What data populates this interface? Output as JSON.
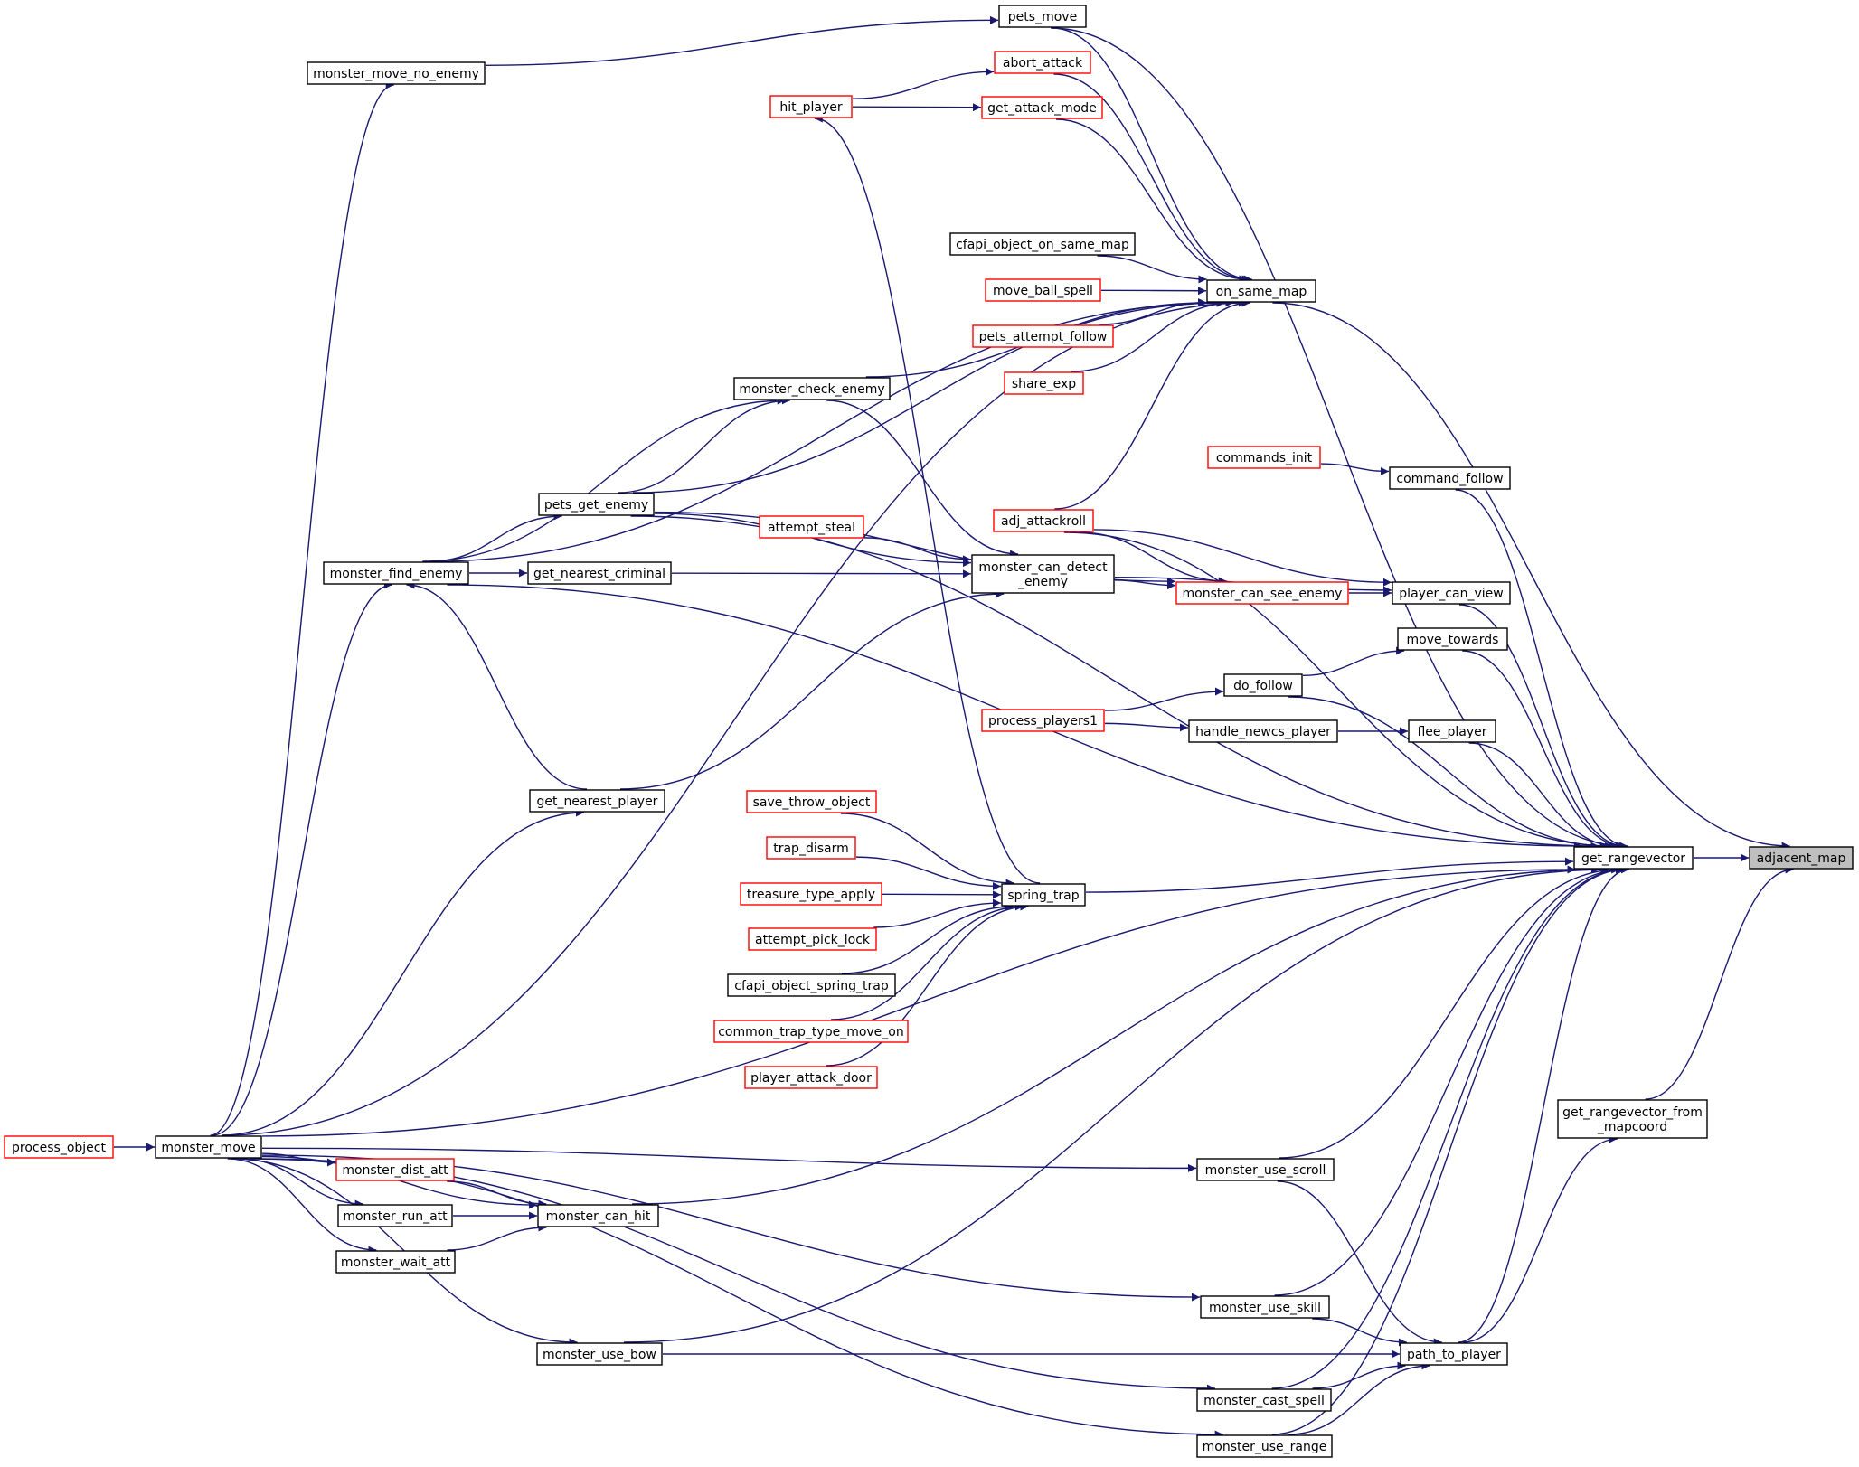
{
  "diagram": {
    "colors": {
      "edge": "#191970",
      "node_border": "#000000",
      "node_border_truncated": "#ff0000",
      "focus_fill": "#bfbfbf"
    },
    "nodes": [
      {
        "id": "pets_move",
        "label": [
          "pets_move"
        ],
        "style": "black"
      },
      {
        "id": "monster_move_no_enemy",
        "label": [
          "monster_move_no_enemy"
        ],
        "style": "black"
      },
      {
        "id": "abort_attack",
        "label": [
          "abort_attack"
        ],
        "style": "red"
      },
      {
        "id": "hit_player",
        "label": [
          "hit_player"
        ],
        "style": "red"
      },
      {
        "id": "get_attack_mode",
        "label": [
          "get_attack_mode"
        ],
        "style": "red"
      },
      {
        "id": "cfapi_object_on_same_map",
        "label": [
          "cfapi_object_on_same_map"
        ],
        "style": "black"
      },
      {
        "id": "on_same_map",
        "label": [
          "on_same_map"
        ],
        "style": "black"
      },
      {
        "id": "move_ball_spell",
        "label": [
          "move_ball_spell"
        ],
        "style": "red"
      },
      {
        "id": "pets_attempt_follow",
        "label": [
          "pets_attempt_follow"
        ],
        "style": "red"
      },
      {
        "id": "share_exp",
        "label": [
          "share_exp"
        ],
        "style": "red"
      },
      {
        "id": "monster_check_enemy",
        "label": [
          "monster_check_enemy"
        ],
        "style": "black"
      },
      {
        "id": "commands_init",
        "label": [
          "commands_init"
        ],
        "style": "red"
      },
      {
        "id": "command_follow",
        "label": [
          "command_follow"
        ],
        "style": "black"
      },
      {
        "id": "pets_get_enemy",
        "label": [
          "pets_get_enemy"
        ],
        "style": "black"
      },
      {
        "id": "adj_attackroll",
        "label": [
          "adj_attackroll"
        ],
        "style": "red"
      },
      {
        "id": "attempt_steal",
        "label": [
          "attempt_steal"
        ],
        "style": "red"
      },
      {
        "id": "monster_can_detect_enemy",
        "label": [
          "monster_can_detect",
          "_enemy"
        ],
        "style": "black"
      },
      {
        "id": "monster_find_enemy",
        "label": [
          "monster_find_enemy"
        ],
        "style": "black"
      },
      {
        "id": "get_nearest_criminal",
        "label": [
          "get_nearest_criminal"
        ],
        "style": "black"
      },
      {
        "id": "monster_can_see_enemy",
        "label": [
          "monster_can_see_enemy"
        ],
        "style": "red"
      },
      {
        "id": "player_can_view",
        "label": [
          "player_can_view"
        ],
        "style": "black"
      },
      {
        "id": "move_towards",
        "label": [
          "move_towards"
        ],
        "style": "black"
      },
      {
        "id": "do_follow",
        "label": [
          "do_follow"
        ],
        "style": "black"
      },
      {
        "id": "process_players1",
        "label": [
          "process_players1"
        ],
        "style": "red"
      },
      {
        "id": "handle_newcs_player",
        "label": [
          "handle_newcs_player"
        ],
        "style": "black"
      },
      {
        "id": "flee_player",
        "label": [
          "flee_player"
        ],
        "style": "black"
      },
      {
        "id": "get_nearest_player",
        "label": [
          "get_nearest_player"
        ],
        "style": "black"
      },
      {
        "id": "save_throw_object",
        "label": [
          "save_throw_object"
        ],
        "style": "red"
      },
      {
        "id": "get_rangevector",
        "label": [
          "get_rangevector"
        ],
        "style": "black"
      },
      {
        "id": "adjacent_map",
        "label": [
          "adjacent_map"
        ],
        "style": "focus"
      },
      {
        "id": "trap_disarm",
        "label": [
          "trap_disarm"
        ],
        "style": "red"
      },
      {
        "id": "treasure_type_apply",
        "label": [
          "treasure_type_apply"
        ],
        "style": "red"
      },
      {
        "id": "spring_trap",
        "label": [
          "spring_trap"
        ],
        "style": "black"
      },
      {
        "id": "attempt_pick_lock",
        "label": [
          "attempt_pick_lock"
        ],
        "style": "red"
      },
      {
        "id": "cfapi_object_spring_trap",
        "label": [
          "cfapi_object_spring_trap"
        ],
        "style": "black"
      },
      {
        "id": "common_trap_type_move_on",
        "label": [
          "common_trap_type_move_on"
        ],
        "style": "red"
      },
      {
        "id": "player_attack_door",
        "label": [
          "player_attack_door"
        ],
        "style": "red"
      },
      {
        "id": "get_rangevector_from_mapcoord",
        "label": [
          "get_rangevector_from",
          "_mapcoord"
        ],
        "style": "black"
      },
      {
        "id": "process_object",
        "label": [
          "process_object"
        ],
        "style": "red"
      },
      {
        "id": "monster_move",
        "label": [
          "monster_move"
        ],
        "style": "black"
      },
      {
        "id": "monster_dist_att",
        "label": [
          "monster_dist_att"
        ],
        "style": "red"
      },
      {
        "id": "monster_use_scroll",
        "label": [
          "monster_use_scroll"
        ],
        "style": "black"
      },
      {
        "id": "monster_run_att",
        "label": [
          "monster_run_att"
        ],
        "style": "black"
      },
      {
        "id": "monster_can_hit",
        "label": [
          "monster_can_hit"
        ],
        "style": "black"
      },
      {
        "id": "monster_wait_att",
        "label": [
          "monster_wait_att"
        ],
        "style": "black"
      },
      {
        "id": "monster_use_skill",
        "label": [
          "monster_use_skill"
        ],
        "style": "black"
      },
      {
        "id": "monster_use_bow",
        "label": [
          "monster_use_bow"
        ],
        "style": "black"
      },
      {
        "id": "path_to_player",
        "label": [
          "path_to_player"
        ],
        "style": "black"
      },
      {
        "id": "monster_cast_spell",
        "label": [
          "monster_cast_spell"
        ],
        "style": "black"
      },
      {
        "id": "monster_use_range",
        "label": [
          "monster_use_range"
        ],
        "style": "black"
      }
    ],
    "edges": [
      [
        "get_rangevector",
        "adjacent_map"
      ],
      [
        "get_rangevector_from_mapcoord",
        "adjacent_map"
      ],
      [
        "on_same_map",
        "adjacent_map"
      ],
      [
        "pets_move",
        "get_rangevector"
      ],
      [
        "command_follow",
        "get_rangevector"
      ],
      [
        "adj_attackroll",
        "get_rangevector"
      ],
      [
        "player_can_view",
        "get_rangevector"
      ],
      [
        "move_towards",
        "get_rangevector"
      ],
      [
        "do_follow",
        "get_rangevector"
      ],
      [
        "flee_player",
        "get_rangevector"
      ],
      [
        "pets_get_enemy",
        "get_rangevector"
      ],
      [
        "monster_find_enemy",
        "get_rangevector"
      ],
      [
        "spring_trap",
        "get_rangevector"
      ],
      [
        "monster_move",
        "get_rangevector"
      ],
      [
        "monster_use_scroll",
        "get_rangevector"
      ],
      [
        "monster_can_hit",
        "get_rangevector"
      ],
      [
        "monster_use_skill",
        "get_rangevector"
      ],
      [
        "monster_use_bow",
        "get_rangevector"
      ],
      [
        "path_to_player",
        "get_rangevector"
      ],
      [
        "monster_cast_spell",
        "get_rangevector"
      ],
      [
        "monster_use_range",
        "get_rangevector"
      ],
      [
        "path_to_player",
        "get_rangevector_from_mapcoord"
      ],
      [
        "pets_move",
        "on_same_map"
      ],
      [
        "abort_attack",
        "on_same_map"
      ],
      [
        "get_attack_mode",
        "on_same_map"
      ],
      [
        "cfapi_object_on_same_map",
        "on_same_map"
      ],
      [
        "move_ball_spell",
        "on_same_map"
      ],
      [
        "pets_attempt_follow",
        "on_same_map"
      ],
      [
        "share_exp",
        "on_same_map"
      ],
      [
        "monster_check_enemy",
        "on_same_map"
      ],
      [
        "pets_get_enemy",
        "on_same_map"
      ],
      [
        "adj_attackroll",
        "on_same_map"
      ],
      [
        "monster_find_enemy",
        "on_same_map"
      ],
      [
        "monster_move",
        "on_same_map"
      ],
      [
        "monster_move_no_enemy",
        "pets_move"
      ],
      [
        "monster_move",
        "monster_move_no_enemy"
      ],
      [
        "hit_player",
        "abort_attack"
      ],
      [
        "hit_player",
        "get_attack_mode"
      ],
      [
        "spring_trap",
        "hit_player"
      ],
      [
        "pets_get_enemy",
        "monster_check_enemy"
      ],
      [
        "monster_find_enemy",
        "monster_check_enemy"
      ],
      [
        "monster_find_enemy",
        "pets_get_enemy"
      ],
      [
        "monster_find_enemy",
        "get_nearest_criminal"
      ],
      [
        "monster_move",
        "monster_find_enemy"
      ],
      [
        "get_nearest_player",
        "monster_find_enemy"
      ],
      [
        "monster_check_enemy",
        "monster_can_detect_enemy"
      ],
      [
        "pets_get_enemy",
        "monster_can_detect_enemy"
      ],
      [
        "attempt_steal",
        "monster_can_detect_enemy"
      ],
      [
        "get_nearest_criminal",
        "monster_can_detect_enemy"
      ],
      [
        "get_nearest_player",
        "monster_can_detect_enemy"
      ],
      [
        "monster_can_detect_enemy",
        "monster_can_see_enemy"
      ],
      [
        "pets_get_enemy",
        "monster_can_see_enemy"
      ],
      [
        "adj_attackroll",
        "monster_can_see_enemy"
      ],
      [
        "monster_can_see_enemy",
        "player_can_view"
      ],
      [
        "adj_attackroll",
        "player_can_view"
      ],
      [
        "monster_can_detect_enemy",
        "player_can_view"
      ],
      [
        "commands_init",
        "command_follow"
      ],
      [
        "do_follow",
        "move_towards"
      ],
      [
        "process_players1",
        "do_follow"
      ],
      [
        "process_players1",
        "handle_newcs_player"
      ],
      [
        "handle_newcs_player",
        "flee_player"
      ],
      [
        "monster_move",
        "get_nearest_player"
      ],
      [
        "save_throw_object",
        "spring_trap"
      ],
      [
        "trap_disarm",
        "spring_trap"
      ],
      [
        "treasure_type_apply",
        "spring_trap"
      ],
      [
        "attempt_pick_lock",
        "spring_trap"
      ],
      [
        "cfapi_object_spring_trap",
        "spring_trap"
      ],
      [
        "common_trap_type_move_on",
        "spring_trap"
      ],
      [
        "player_attack_door",
        "spring_trap"
      ],
      [
        "process_object",
        "monster_move"
      ],
      [
        "monster_move",
        "monster_dist_att"
      ],
      [
        "monster_move",
        "monster_run_att"
      ],
      [
        "monster_move",
        "monster_wait_att"
      ],
      [
        "monster_move",
        "monster_can_hit"
      ],
      [
        "monster_dist_att",
        "monster_can_hit"
      ],
      [
        "monster_run_att",
        "monster_can_hit"
      ],
      [
        "monster_wait_att",
        "monster_can_hit"
      ],
      [
        "monster_move",
        "monster_use_scroll"
      ],
      [
        "monster_move",
        "monster_use_skill"
      ],
      [
        "monster_move",
        "monster_use_bow"
      ],
      [
        "monster_move",
        "monster_cast_spell"
      ],
      [
        "monster_move",
        "monster_use_range"
      ],
      [
        "monster_use_scroll",
        "path_to_player"
      ],
      [
        "monster_use_skill",
        "path_to_player"
      ],
      [
        "monster_use_bow",
        "path_to_player"
      ],
      [
        "monster_cast_spell",
        "path_to_player"
      ],
      [
        "monster_use_range",
        "path_to_player"
      ]
    ]
  }
}
